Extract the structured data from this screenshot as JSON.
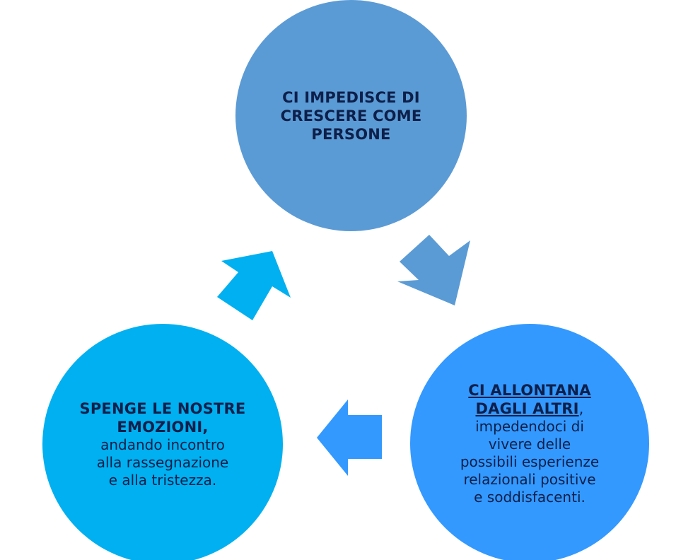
{
  "diagram": {
    "top_node": {
      "lines": [
        "CI IMPEDISCE DI",
        "CRESCERE COME",
        "PERSONE"
      ],
      "color": "#5b9bd5"
    },
    "right_node": {
      "bold_lines": [
        "CI ALLONTANA",
        "DAGLI ALTRI"
      ],
      "bold_suffix": ",",
      "normal_lines": [
        "impedendoci di",
        "vivere delle",
        "possibili esperienze",
        "relazionali positive",
        "e soddisfacenti."
      ],
      "color": "#3399ff"
    },
    "left_node": {
      "bold_lines": [
        "SPENGE LE NOSTRE",
        "EMOZIONI,"
      ],
      "normal_lines": [
        "andando incontro",
        "alla rassegnazione",
        "e alla tristezza."
      ],
      "color": "#00b0f0"
    },
    "arrows": {
      "top_to_right": {
        "icon": "arrow-down-right-icon",
        "color": "#5b9bd5"
      },
      "right_to_left": {
        "icon": "arrow-left-icon",
        "color": "#3399ff"
      },
      "left_to_top": {
        "icon": "arrow-up-right-icon",
        "color": "#00b0f0"
      }
    }
  }
}
